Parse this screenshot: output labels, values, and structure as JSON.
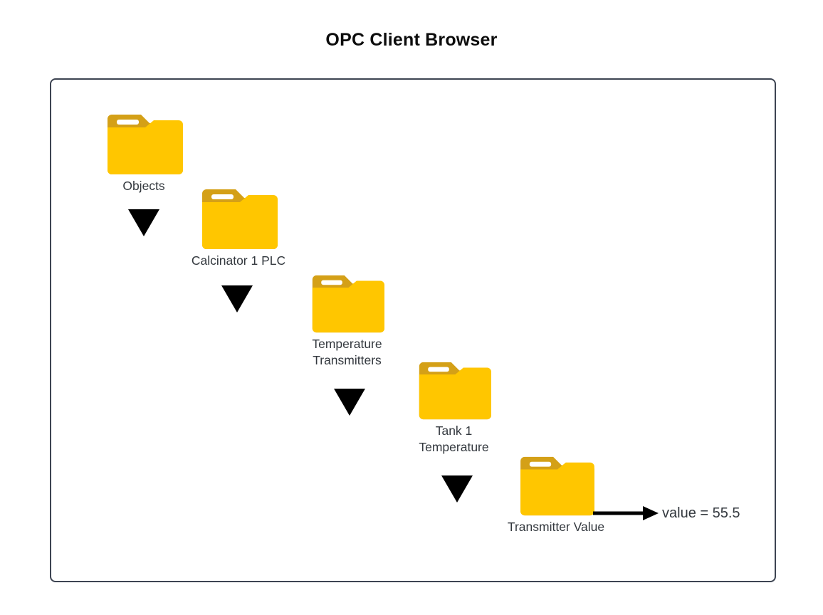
{
  "page": {
    "title": "OPC Client Browser",
    "background": "#ffffff"
  },
  "colors": {
    "folder_body": "#ffc600",
    "folder_tab": "#d4a017",
    "folder_slot": "#ffffff",
    "frame_border": "#3d4452",
    "text": "#33383e",
    "arrow": "#000000"
  },
  "diagram": {
    "type": "tree-drilldown",
    "nodes": [
      {
        "id": "objects",
        "icon": "folder-icon",
        "label": "Objects"
      },
      {
        "id": "calcinator-1-plc",
        "icon": "folder-icon",
        "label": "Calcinator 1 PLC"
      },
      {
        "id": "temperature-transmitters",
        "icon": "folder-icon",
        "label": "Temperature\nTransmitters"
      },
      {
        "id": "tank-1-temperature",
        "icon": "folder-icon",
        "label": "Tank 1\nTemperature"
      },
      {
        "id": "transmitter-value",
        "icon": "folder-icon",
        "label": "Transmitter Value"
      }
    ],
    "connectors": [
      {
        "from": "objects",
        "to": "calcinator-1-plc",
        "glyph": "triangle-down-icon"
      },
      {
        "from": "calcinator-1-plc",
        "to": "temperature-transmitters",
        "glyph": "triangle-down-icon"
      },
      {
        "from": "temperature-transmitters",
        "to": "tank-1-temperature",
        "glyph": "triangle-down-icon"
      },
      {
        "from": "tank-1-temperature",
        "to": "transmitter-value",
        "glyph": "triangle-down-icon"
      }
    ],
    "annotation": {
      "glyph": "arrow-right-icon",
      "text": "value = 55.5"
    }
  }
}
